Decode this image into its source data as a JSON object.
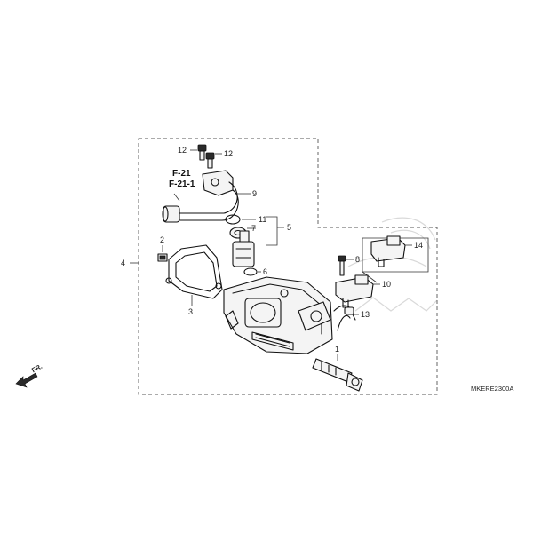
{
  "callouts": {
    "c1": "1",
    "c2": "2",
    "c3": "3",
    "c4": "4",
    "c5": "5",
    "c6": "6",
    "c7": "7",
    "c8": "8",
    "c9": "9",
    "c10": "10",
    "c11": "11",
    "c12a": "12",
    "c12b": "12",
    "c13": "13",
    "c14": "14"
  },
  "references": {
    "ref1": "F-21",
    "ref2": "F-21-1"
  },
  "diagram_code": "MKERE2300A",
  "direction": {
    "label": "FR."
  }
}
